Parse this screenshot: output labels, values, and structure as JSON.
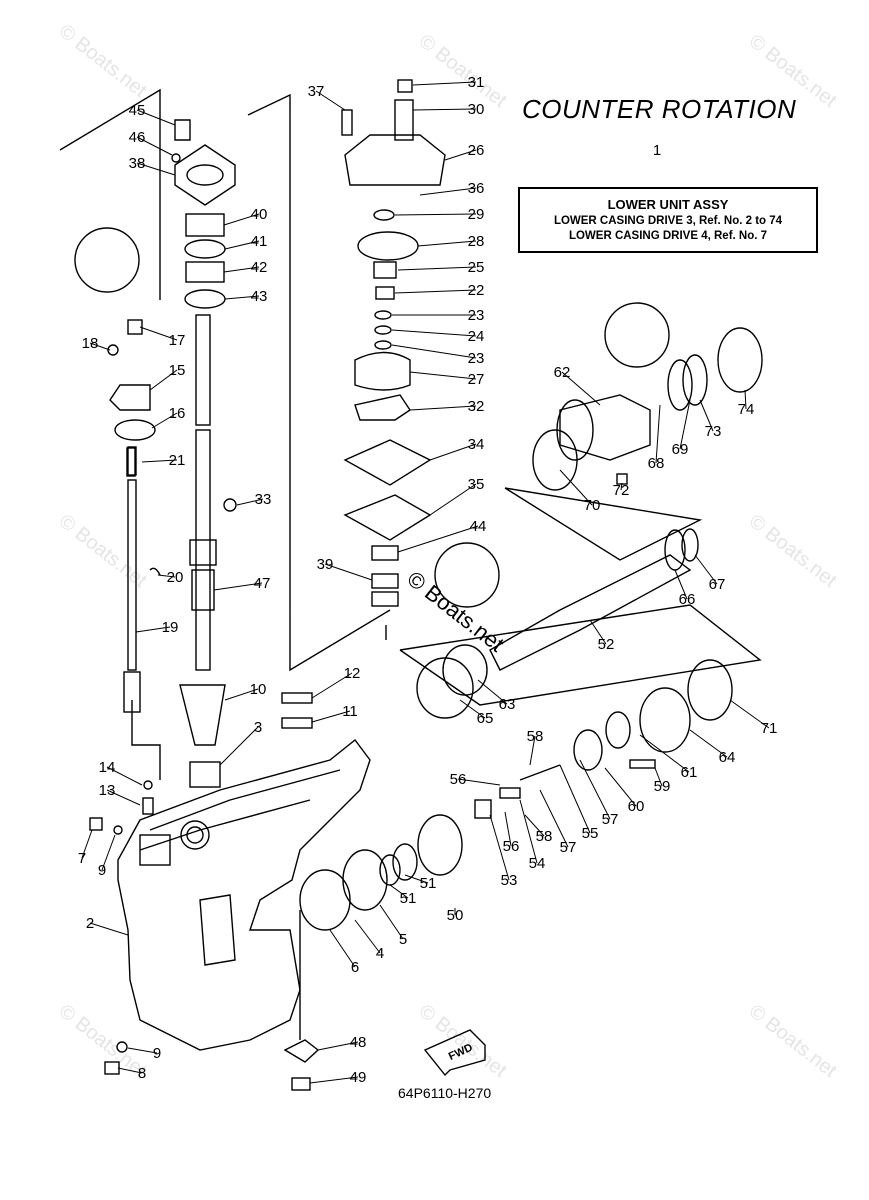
{
  "diagram": {
    "title": "COUNTER ROTATION",
    "code": "64P6110-H270",
    "assembly": {
      "ref_number": "1",
      "header": "LOWER UNIT ASSY",
      "lines": [
        "LOWER CASING DRIVE 3,  Ref. No. 2 to 74",
        "LOWER CASING DRIVE 4,  Ref. No. 7"
      ]
    },
    "fwd_label": "FWD",
    "watermark": "© Boats.net",
    "callouts": [
      "2",
      "3",
      "4",
      "5",
      "6",
      "7",
      "8",
      "9",
      "9b",
      "10",
      "11",
      "12",
      "13",
      "14",
      "15",
      "16",
      "17",
      "18",
      "19",
      "20",
      "21",
      "22",
      "23",
      "23b",
      "24",
      "25",
      "26",
      "27",
      "28",
      "29",
      "30",
      "31",
      "32",
      "33",
      "34",
      "35",
      "36",
      "37",
      "38",
      "39",
      "40",
      "41",
      "42",
      "43",
      "44",
      "45",
      "46",
      "47",
      "48",
      "49",
      "50",
      "51",
      "51b",
      "52",
      "53",
      "54",
      "55",
      "56",
      "56b",
      "57",
      "57b",
      "58",
      "58b",
      "59",
      "60",
      "61",
      "62",
      "63",
      "64",
      "65",
      "66",
      "67",
      "68",
      "69",
      "70",
      "71",
      "72",
      "73",
      "74"
    ],
    "labels": {
      "2": "2",
      "3": "3",
      "4": "4",
      "5": "5",
      "6": "6",
      "7": "7",
      "8": "8",
      "9": "9",
      "9b": "9",
      "10": "10",
      "11": "11",
      "12": "12",
      "13": "13",
      "14": "14",
      "15": "15",
      "16": "16",
      "17": "17",
      "18": "18",
      "19": "19",
      "20": "20",
      "21": "21",
      "22": "22",
      "23": "23",
      "23b": "23",
      "24": "24",
      "25": "25",
      "26": "26",
      "27": "27",
      "28": "28",
      "29": "29",
      "30": "30",
      "31": "31",
      "32": "32",
      "33": "33",
      "34": "34",
      "35": "35",
      "36": "36",
      "37": "37",
      "38": "38",
      "39": "39",
      "40": "40",
      "41": "41",
      "42": "42",
      "43": "43",
      "44": "44",
      "45": "45",
      "46": "46",
      "47": "47",
      "48": "48",
      "49": "49",
      "50": "50",
      "51": "51",
      "51b": "51",
      "52": "52",
      "53": "53",
      "54": "54",
      "55": "55",
      "56": "56",
      "56b": "56",
      "57": "57",
      "57b": "57",
      "58": "58",
      "58b": "58",
      "59": "59",
      "60": "60",
      "61": "61",
      "62": "62",
      "63": "63",
      "64": "64",
      "65": "65",
      "66": "66",
      "67": "67",
      "68": "68",
      "69": "69",
      "70": "70",
      "71": "71",
      "72": "72",
      "73": "73",
      "74": "74"
    }
  }
}
